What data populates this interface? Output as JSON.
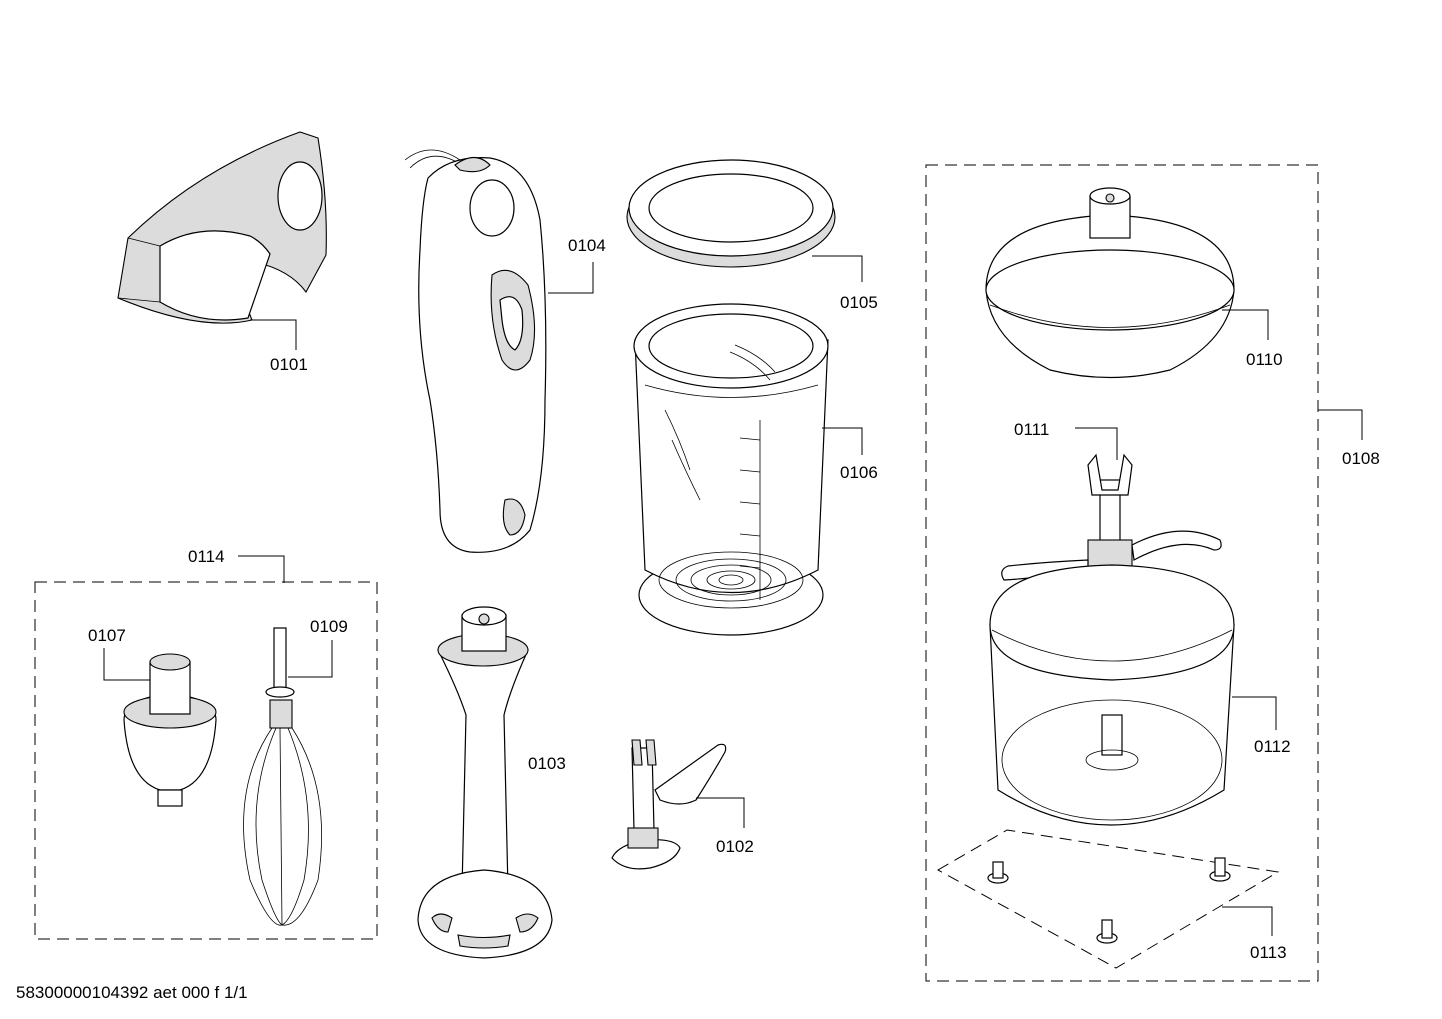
{
  "labels": {
    "p0101": "0101",
    "p0102": "0102",
    "p0103": "0103",
    "p0104": "0104",
    "p0105": "0105",
    "p0106": "0106",
    "p0107": "0107",
    "p0108": "0108",
    "p0109": "0109",
    "p0110": "0110",
    "p0111": "0111",
    "p0112": "0112",
    "p0113": "0113",
    "p0114": "0114"
  },
  "footer": "58300000104392 aet 000 f 1/1"
}
